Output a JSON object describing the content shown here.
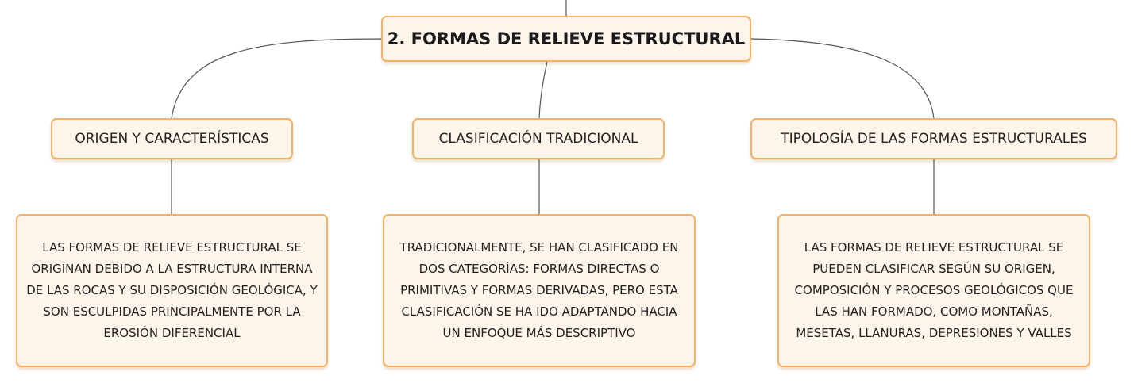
{
  "diagram": {
    "root": {
      "label": "2. FORMAS DE RELIEVE ESTRUCTURAL"
    },
    "branches": [
      {
        "label": "ORIGEN Y CARACTERÍSTICAS",
        "detail": "LAS FORMAS DE RELIEVE ESTRUCTURAL SE ORIGINAN DEBIDO A LA ESTRUCTURA INTERNA DE LAS ROCAS Y SU DISPOSICIÓN GEOLÓGICA, Y SON ESCULPIDAS PRINCIPALMENTE POR LA EROSIÓN DIFERENCIAL"
      },
      {
        "label": "CLASIFICACIÓN TRADICIONAL",
        "detail": "TRADICIONALMENTE, SE HAN CLASIFICADO EN DOS CATEGORÍAS: FORMAS DIRECTAS O PRIMITIVAS Y FORMAS DERIVADAS, PERO ESTA CLASIFICACIÓN SE HA IDO ADAPTANDO HACIA UN ENFOQUE MÁS DESCRIPTIVO"
      },
      {
        "label": "TIPOLOGÍA DE LAS FORMAS ESTRUCTURALES",
        "detail": "LAS FORMAS DE RELIEVE ESTRUCTURAL SE PUEDEN CLASIFICAR SEGÚN SU ORIGEN, COMPOSICIÓN Y PROCESOS GEOLÓGICOS QUE LAS HAN FORMADO, COMO MONTAÑAS, MESETAS, LLANURAS, DEPRESIONES Y VALLES"
      }
    ],
    "colors": {
      "node_fill": "#fef4ea",
      "node_border": "#f3b265",
      "connector": "#555555",
      "text": "#222222"
    }
  }
}
